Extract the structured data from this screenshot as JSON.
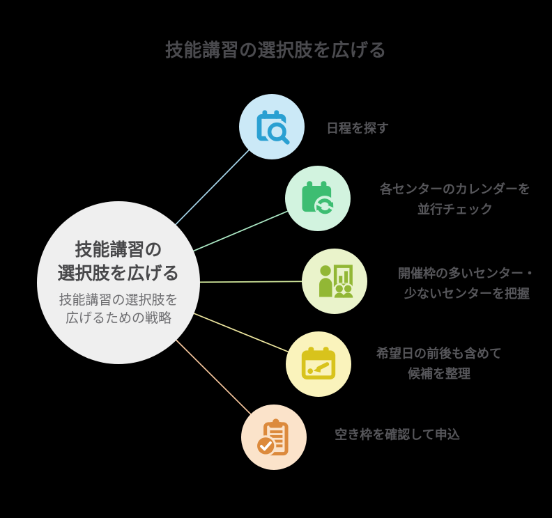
{
  "page_title": "技能講習の選択肢を広げる",
  "background_color": "#000000",
  "center": {
    "title_line1": "技能講習の",
    "title_line2": "選択肢を広げる",
    "subtitle_line1": "技能講習の選択肢を",
    "subtitle_line2": "広げるための戦略",
    "circle_color": "#efefef",
    "title_color": "#48484a",
    "subtitle_color": "#6d6d70"
  },
  "nodes": [
    {
      "icon": "calendar-search-icon",
      "label_line1": "日程を探す",
      "label_line2": "",
      "circle_color": "#cbe9f7",
      "icon_color": "#2aa0d2",
      "connector_color": "#a7d7ec"
    },
    {
      "icon": "calendar-sync-icon",
      "label_line1": "各センターのカレンダーを",
      "label_line2": "並行チェック",
      "circle_color": "#d2f3df",
      "icon_color": "#3dbd72",
      "connector_color": "#ace9c5"
    },
    {
      "icon": "training-presentation-icon",
      "label_line1": "開催枠の多いセンター・",
      "label_line2": "少ないセンターを把握",
      "circle_color": "#eaf3cb",
      "icon_color": "#92b735",
      "connector_color": "#d6ed9f"
    },
    {
      "icon": "calendar-select-icon",
      "label_line1": "希望日の前後も含めて",
      "label_line2": "候補を整理",
      "circle_color": "#faf3bc",
      "icon_color": "#d8c31c",
      "connector_color": "#efe8a0"
    },
    {
      "icon": "clipboard-check-icon",
      "label_line1": "空き枠を確認して申込",
      "label_line2": "",
      "circle_color": "#fbe3ca",
      "icon_color": "#dc8a3c",
      "connector_color": "#f4c49b"
    }
  ],
  "label_text_color": "#56565a",
  "page_title_color": "#4a4a4e"
}
